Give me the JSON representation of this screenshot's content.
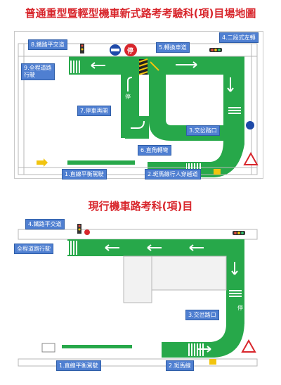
{
  "top": {
    "title": "普通重型暨輕型機車新式路考考驗科(項)目場地圖",
    "sign_text": "停",
    "ground_text": "停",
    "labels": {
      "rail": "8.鐵路平交道",
      "full": "9.全程道路行駛",
      "stop": "7.停車再開",
      "turn90": "6.直角轉彎",
      "straight": "1.直線平衡駕駛",
      "zebra": "2.斑馬線行人穿越道",
      "inter": "3.交岔路口",
      "lane": "5.轉換車道",
      "twostage": "4.二段式左轉"
    }
  },
  "bottom": {
    "title": "現行機車路考科(項)目",
    "ground_text": "停",
    "labels": {
      "rail": "4.鐵路平交道",
      "full": "全程道路行駛",
      "inter": "3.交岔路口",
      "straight": "1.直線平衡駕駛",
      "zebra": "2.斑馬線"
    }
  },
  "colors": {
    "road": "#27a84a",
    "label_bg": "#4f7fd1",
    "title": "#d8262c",
    "sign_red": "#d8262c",
    "sign_blue": "#1f4aa8"
  }
}
